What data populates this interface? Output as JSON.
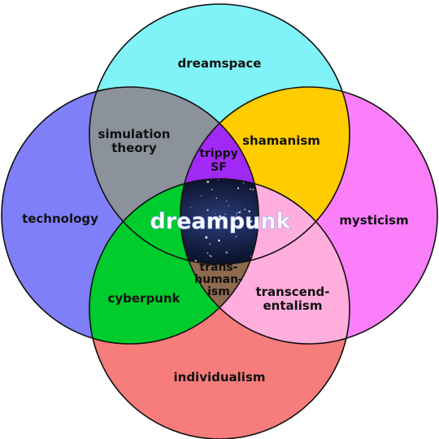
{
  "diagram": {
    "sets": {
      "top": {
        "label": "dreamspace",
        "color": "#7ff3f7"
      },
      "left": {
        "label": "technology",
        "color": "#7f7ffa"
      },
      "right": {
        "label": "mysticism",
        "color": "#fb7ffa"
      },
      "bottom": {
        "label": "individualism",
        "color": "#f77c7c"
      }
    },
    "overlaps": {
      "top_left": {
        "line1": "simulation",
        "line2": "theory",
        "color": "#8b929b"
      },
      "top_right": {
        "line1": "shamanism",
        "color": "#ffcc00"
      },
      "left_bottom": {
        "line1": "cyberpunk",
        "color": "#00cc2e"
      },
      "right_bottom": {
        "line1": "transcend-",
        "line2": "entalism",
        "color": "#ffaedd"
      },
      "top_left_right": {
        "line1": "trippy",
        "line2": "SF",
        "color": "#a129f5"
      },
      "left_right_bottom": {
        "line1": "trans-",
        "line2": "human-",
        "line3": "ism",
        "color": "#8e6a4e"
      },
      "center": {
        "label": "dreampunk",
        "color": "#07071e"
      }
    }
  }
}
